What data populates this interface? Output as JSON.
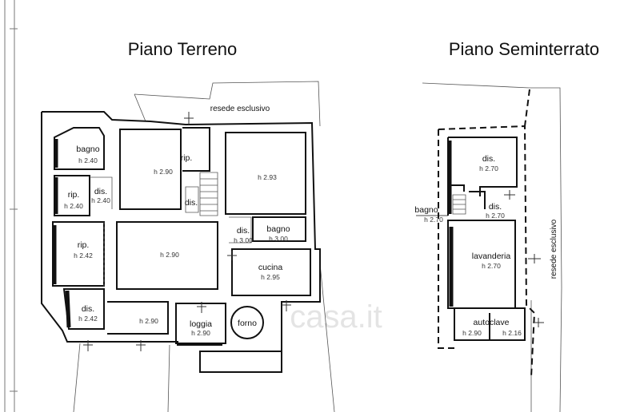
{
  "titles": {
    "left": "Piano Terreno",
    "right": "Piano Seminterrato"
  },
  "watermark": "casa.it",
  "ground": {
    "resede": "resede esclusivo",
    "rooms": [
      {
        "id": "bagno1",
        "name": "bagno",
        "height": "h 2.40"
      },
      {
        "id": "rip1",
        "name": "rip.",
        "height": "h 2.40"
      },
      {
        "id": "dis1",
        "name": "dis.",
        "height": "h 2.40"
      },
      {
        "id": "rip2",
        "name": "rip.",
        "height": "h 2.42"
      },
      {
        "id": "dis2",
        "name": "dis.",
        "height": "h 2.42"
      },
      {
        "id": "room290a",
        "name": "",
        "height": "h 2.90"
      },
      {
        "id": "rip3",
        "name": "rip.",
        "height": ""
      },
      {
        "id": "dis3",
        "name": "dis.",
        "height": ""
      },
      {
        "id": "room293",
        "name": "",
        "height": "h 2.93"
      },
      {
        "id": "room290b",
        "name": "",
        "height": "h 2.90"
      },
      {
        "id": "dis4",
        "name": "dis.",
        "height": "h 3.00"
      },
      {
        "id": "bagno2",
        "name": "bagno",
        "height": "h 3.00"
      },
      {
        "id": "cucina",
        "name": "cucina",
        "height": "h 2.95"
      },
      {
        "id": "room290c",
        "name": "",
        "height": "h 2.90"
      },
      {
        "id": "loggia",
        "name": "loggia",
        "height": "h 2.90"
      },
      {
        "id": "forno",
        "name": "forno",
        "height": ""
      }
    ]
  },
  "basement": {
    "resede": "resede esclusivo",
    "rooms": [
      {
        "id": "bdis1",
        "name": "dis.",
        "height": "h 2.70"
      },
      {
        "id": "bbagno",
        "name": "bagno",
        "height": "h 2.70"
      },
      {
        "id": "bdis2",
        "name": "dis.",
        "height": "h 2.70"
      },
      {
        "id": "blav",
        "name": "lavanderia",
        "height": "h 2.70"
      },
      {
        "id": "bauto",
        "name": "autoclave",
        "height": ""
      },
      {
        "id": "bh290",
        "name": "",
        "height": "h 2.90"
      },
      {
        "id": "bh216",
        "name": "",
        "height": "h 2.16"
      }
    ]
  }
}
